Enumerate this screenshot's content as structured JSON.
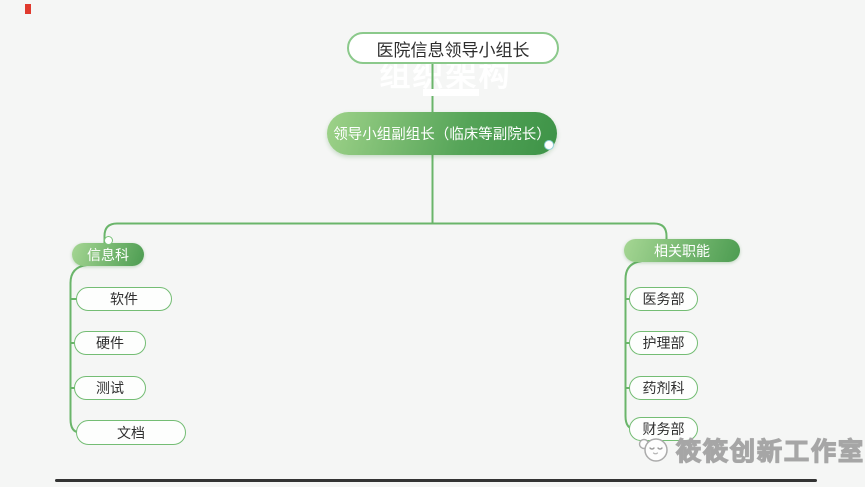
{
  "meta": {
    "background_color": "#f5f6f5",
    "node_green_dark": "#4c9c51",
    "node_green_light": "#a5d693",
    "line_green": "#6ab56a",
    "leaf_border_green": "#74bd74"
  },
  "ghost_title": {
    "text": "组织架构"
  },
  "org_chart": {
    "root": {
      "label": "医院信息领导小组长"
    },
    "deputy": {
      "label": "领导小组副组长（临床等副院长）"
    },
    "branches": [
      {
        "label": "信息科",
        "children": [
          "软件",
          "硬件",
          "测试",
          "文档"
        ]
      },
      {
        "label": "相关职能",
        "children": [
          "医务部",
          "护理部",
          "药剂科",
          "财务部"
        ]
      }
    ]
  },
  "watermark": {
    "studio_name": "筱筱创新工作室",
    "icon": "panda-face-icon"
  }
}
